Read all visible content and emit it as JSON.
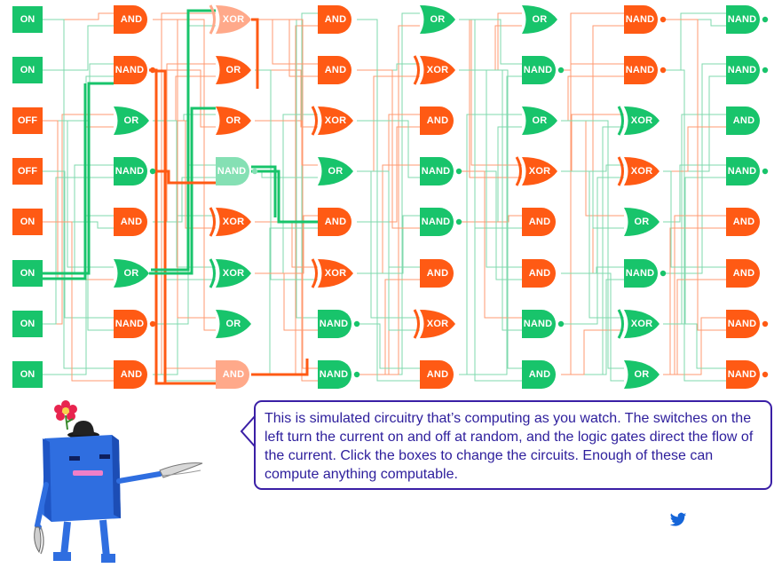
{
  "colors": {
    "on": "#18c46b",
    "off": "#ff5a14",
    "on_light": "#85e0b4",
    "off_light": "#ffa98a",
    "wire_on_thin": "#7fd9ad",
    "wire_off_thin": "#ff9a70",
    "text_purple": "#2d1e9c",
    "border_purple": "#3a1fa6",
    "twitter_blue": "#1565d8"
  },
  "switches": [
    {
      "label": "ON",
      "state": "on"
    },
    {
      "label": "ON",
      "state": "on"
    },
    {
      "label": "OFF",
      "state": "off"
    },
    {
      "label": "OFF",
      "state": "off"
    },
    {
      "label": "ON",
      "state": "off"
    },
    {
      "label": "ON",
      "state": "on"
    },
    {
      "label": "ON",
      "state": "on"
    },
    {
      "label": "ON",
      "state": "on"
    }
  ],
  "gate_columns": [
    [
      {
        "label": "AND",
        "type": "and",
        "state": "off"
      },
      {
        "label": "NAND",
        "type": "nand",
        "state": "off"
      },
      {
        "label": "OR",
        "type": "or",
        "state": "on"
      },
      {
        "label": "NAND",
        "type": "nand",
        "state": "on"
      },
      {
        "label": "AND",
        "type": "and",
        "state": "off"
      },
      {
        "label": "OR",
        "type": "or",
        "state": "on"
      },
      {
        "label": "NAND",
        "type": "nand",
        "state": "off"
      },
      {
        "label": "AND",
        "type": "and",
        "state": "off"
      }
    ],
    [
      {
        "label": "XOR",
        "type": "xor",
        "state": "off_light"
      },
      {
        "label": "OR",
        "type": "or",
        "state": "off"
      },
      {
        "label": "OR",
        "type": "or",
        "state": "off"
      },
      {
        "label": "NAND",
        "type": "nand",
        "state": "on_light"
      },
      {
        "label": "XOR",
        "type": "xor",
        "state": "off"
      },
      {
        "label": "XOR",
        "type": "xor",
        "state": "on"
      },
      {
        "label": "OR",
        "type": "or",
        "state": "on"
      },
      {
        "label": "AND",
        "type": "and",
        "state": "off_light"
      }
    ],
    [
      {
        "label": "AND",
        "type": "and",
        "state": "off"
      },
      {
        "label": "AND",
        "type": "and",
        "state": "off"
      },
      {
        "label": "XOR",
        "type": "xor",
        "state": "off"
      },
      {
        "label": "OR",
        "type": "or",
        "state": "on"
      },
      {
        "label": "AND",
        "type": "and",
        "state": "off"
      },
      {
        "label": "XOR",
        "type": "xor",
        "state": "off"
      },
      {
        "label": "NAND",
        "type": "nand",
        "state": "on"
      },
      {
        "label": "NAND",
        "type": "nand",
        "state": "on"
      }
    ],
    [
      {
        "label": "OR",
        "type": "or",
        "state": "on"
      },
      {
        "label": "XOR",
        "type": "xor",
        "state": "off"
      },
      {
        "label": "AND",
        "type": "and",
        "state": "off"
      },
      {
        "label": "NAND",
        "type": "nand",
        "state": "on"
      },
      {
        "label": "NAND",
        "type": "nand",
        "state": "on"
      },
      {
        "label": "AND",
        "type": "and",
        "state": "off"
      },
      {
        "label": "XOR",
        "type": "xor",
        "state": "off"
      },
      {
        "label": "AND",
        "type": "and",
        "state": "off"
      }
    ],
    [
      {
        "label": "OR",
        "type": "or",
        "state": "on"
      },
      {
        "label": "NAND",
        "type": "nand",
        "state": "on"
      },
      {
        "label": "OR",
        "type": "or",
        "state": "on"
      },
      {
        "label": "XOR",
        "type": "xor",
        "state": "off"
      },
      {
        "label": "AND",
        "type": "and",
        "state": "off"
      },
      {
        "label": "AND",
        "type": "and",
        "state": "off"
      },
      {
        "label": "NAND",
        "type": "nand",
        "state": "on"
      },
      {
        "label": "AND",
        "type": "and",
        "state": "on"
      }
    ],
    [
      {
        "label": "NAND",
        "type": "nand",
        "state": "off"
      },
      {
        "label": "NAND",
        "type": "nand",
        "state": "off"
      },
      {
        "label": "XOR",
        "type": "xor",
        "state": "on"
      },
      {
        "label": "XOR",
        "type": "xor",
        "state": "off"
      },
      {
        "label": "OR",
        "type": "or",
        "state": "on"
      },
      {
        "label": "NAND",
        "type": "nand",
        "state": "on"
      },
      {
        "label": "XOR",
        "type": "xor",
        "state": "on"
      },
      {
        "label": "OR",
        "type": "or",
        "state": "on"
      }
    ],
    [
      {
        "label": "NAND",
        "type": "nand",
        "state": "on"
      },
      {
        "label": "NAND",
        "type": "nand",
        "state": "on"
      },
      {
        "label": "AND",
        "type": "and",
        "state": "on"
      },
      {
        "label": "NAND",
        "type": "nand",
        "state": "on"
      },
      {
        "label": "AND",
        "type": "and",
        "state": "off"
      },
      {
        "label": "AND",
        "type": "and",
        "state": "off"
      },
      {
        "label": "NAND",
        "type": "nand",
        "state": "off"
      },
      {
        "label": "NAND",
        "type": "nand",
        "state": "off"
      }
    ]
  ],
  "speech": {
    "text": "This is simulated circuitry that’s computing as you watch. The switches on the left turn the current on and off at random, and the logic gates direct the flow of the current. Click the boxes to change the circuits. Enough of these can compute anything computable."
  },
  "icons": {
    "twitter": "twitter-bird-icon",
    "robot": "robot-mascot",
    "flower": "flower-icon"
  }
}
